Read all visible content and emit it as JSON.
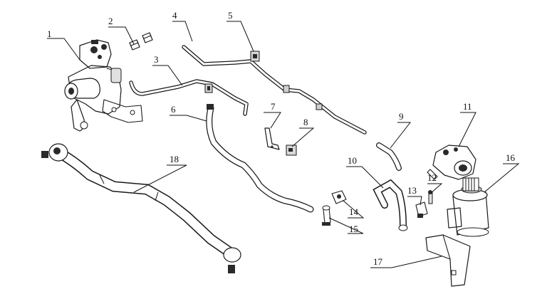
{
  "diagram": {
    "callouts": [
      {
        "id": "callout-1",
        "label": "1"
      },
      {
        "id": "callout-2",
        "label": "2"
      },
      {
        "id": "callout-3",
        "label": "3"
      },
      {
        "id": "callout-4",
        "label": "4"
      },
      {
        "id": "callout-5",
        "label": "5"
      },
      {
        "id": "callout-6",
        "label": "6"
      },
      {
        "id": "callout-7",
        "label": "7"
      },
      {
        "id": "callout-8",
        "label": "8"
      },
      {
        "id": "callout-9",
        "label": "9"
      },
      {
        "id": "callout-10",
        "label": "10"
      },
      {
        "id": "callout-11",
        "label": "11"
      },
      {
        "id": "callout-12",
        "label": "12"
      },
      {
        "id": "callout-13",
        "label": "13"
      },
      {
        "id": "callout-14",
        "label": "14"
      },
      {
        "id": "callout-15",
        "label": "15"
      },
      {
        "id": "callout-16",
        "label": "16"
      },
      {
        "id": "callout-17",
        "label": "17"
      },
      {
        "id": "callout-18",
        "label": "18"
      }
    ]
  }
}
